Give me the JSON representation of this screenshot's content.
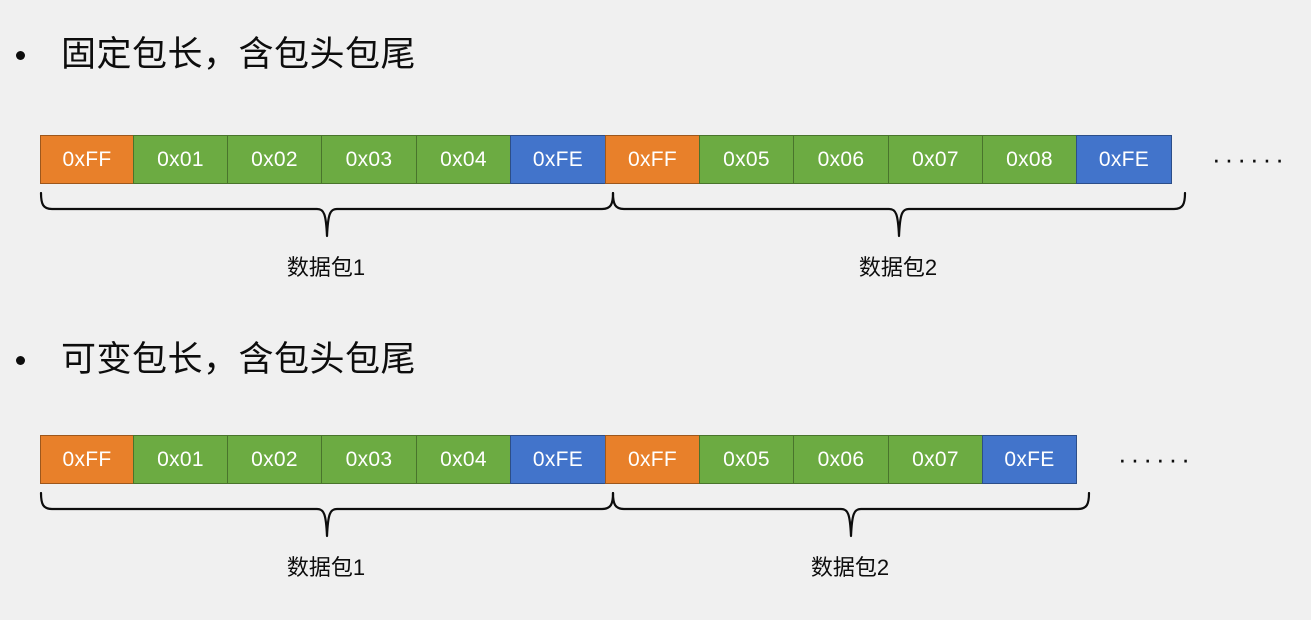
{
  "background_color": "#F0F0F0",
  "palette": {
    "header_color": "#E8802A",
    "payload_color": "#6CAB42",
    "footer_color": "#4274CB",
    "text_color": "#0D0D0D",
    "cell_text_color": "#FFFFFF"
  },
  "sections": [
    {
      "bullet_text": "固定包长，含包头包尾",
      "ellipsis": "······",
      "cells": [
        {
          "label": "0xFF",
          "role": "header"
        },
        {
          "label": "0x01",
          "role": "payload"
        },
        {
          "label": "0x02",
          "role": "payload"
        },
        {
          "label": "0x03",
          "role": "payload"
        },
        {
          "label": "0x04",
          "role": "payload"
        },
        {
          "label": "0xFE",
          "role": "footer"
        },
        {
          "label": "0xFF",
          "role": "header"
        },
        {
          "label": "0x05",
          "role": "payload"
        },
        {
          "label": "0x06",
          "role": "payload"
        },
        {
          "label": "0x07",
          "role": "payload"
        },
        {
          "label": "0x08",
          "role": "payload"
        },
        {
          "label": "0xFE",
          "role": "footer"
        }
      ],
      "braces": [
        {
          "label": "数据包1"
        },
        {
          "label": "数据包2"
        }
      ]
    },
    {
      "bullet_text": "可变包长，含包头包尾",
      "ellipsis": "······",
      "cells": [
        {
          "label": "0xFF",
          "role": "header"
        },
        {
          "label": "0x01",
          "role": "payload"
        },
        {
          "label": "0x02",
          "role": "payload"
        },
        {
          "label": "0x03",
          "role": "payload"
        },
        {
          "label": "0x04",
          "role": "payload"
        },
        {
          "label": "0xFE",
          "role": "footer"
        },
        {
          "label": "0xFF",
          "role": "header"
        },
        {
          "label": "0x05",
          "role": "payload"
        },
        {
          "label": "0x06",
          "role": "payload"
        },
        {
          "label": "0x07",
          "role": "payload"
        },
        {
          "label": "0xFE",
          "role": "footer"
        }
      ],
      "braces": [
        {
          "label": "数据包1"
        },
        {
          "label": "数据包2"
        }
      ]
    }
  ]
}
